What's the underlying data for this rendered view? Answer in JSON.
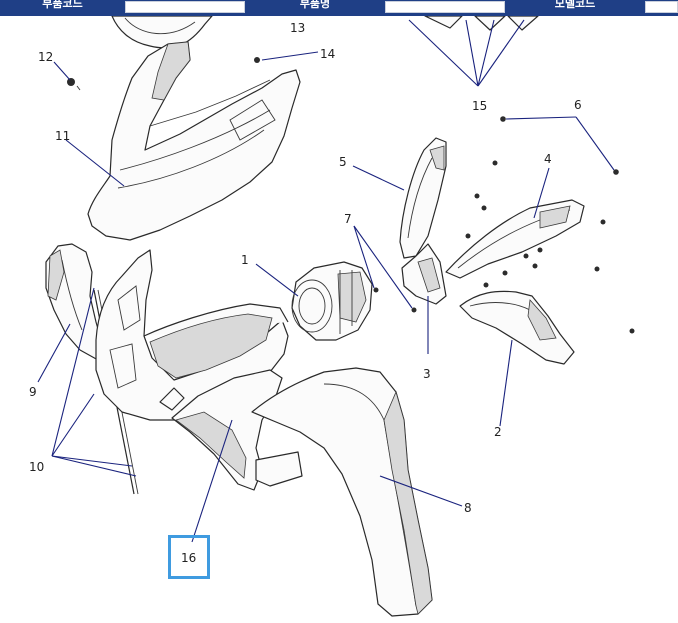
{
  "header": {
    "fields": [
      {
        "label": "부품코드",
        "value": ""
      },
      {
        "label": "부품명",
        "value": ""
      },
      {
        "label": "모델코드",
        "value": ""
      }
    ],
    "bar_color": "#1f3f86"
  },
  "diagram": {
    "highlight_color": "#3f9be0",
    "leader_color": "#1a237e",
    "highlighted_part": "16",
    "part_labels": [
      "1",
      "2",
      "3",
      "4",
      "5",
      "6",
      "7",
      "8",
      "9",
      "10",
      "11",
      "12",
      "13",
      "14",
      "15",
      "16"
    ]
  }
}
